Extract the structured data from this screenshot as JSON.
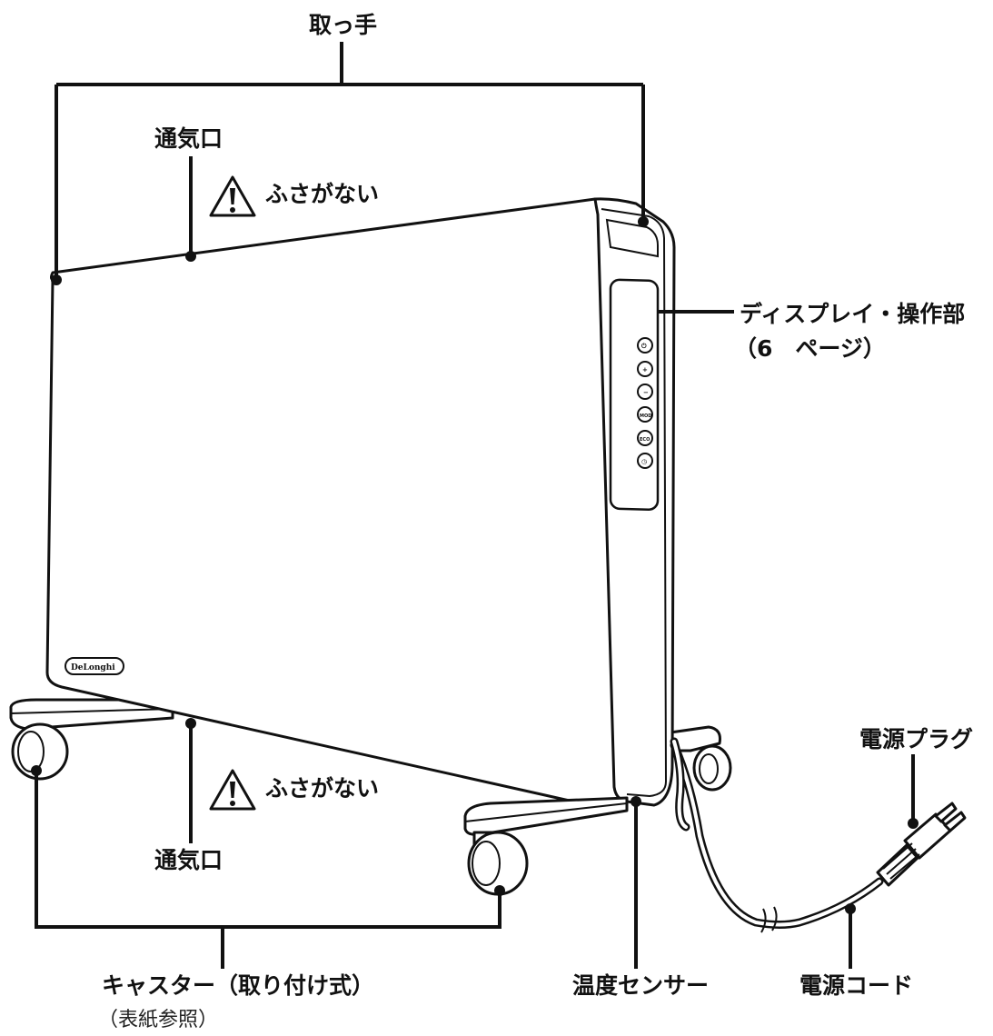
{
  "labels": {
    "handle": "取っ手",
    "vent_top": "通気口",
    "warning_top": "ふさがない",
    "display": "ディスプレイ・操作部",
    "display_ref": "（6　ページ）",
    "logo": "DeLonghi",
    "power_plug": "電源プラグ",
    "warning_bottom": "ふさがない",
    "vent_bottom": "通気口",
    "casters": "キャスター（取り付け式）",
    "casters_ref": "（表紙参照）",
    "temp_sensor": "温度センサー",
    "power_cord": "電源コード"
  },
  "icons": {
    "warning": "warning-triangle-icon"
  },
  "buttons": [
    "power",
    "plus",
    "minus",
    "mode",
    "eco",
    "timer"
  ]
}
